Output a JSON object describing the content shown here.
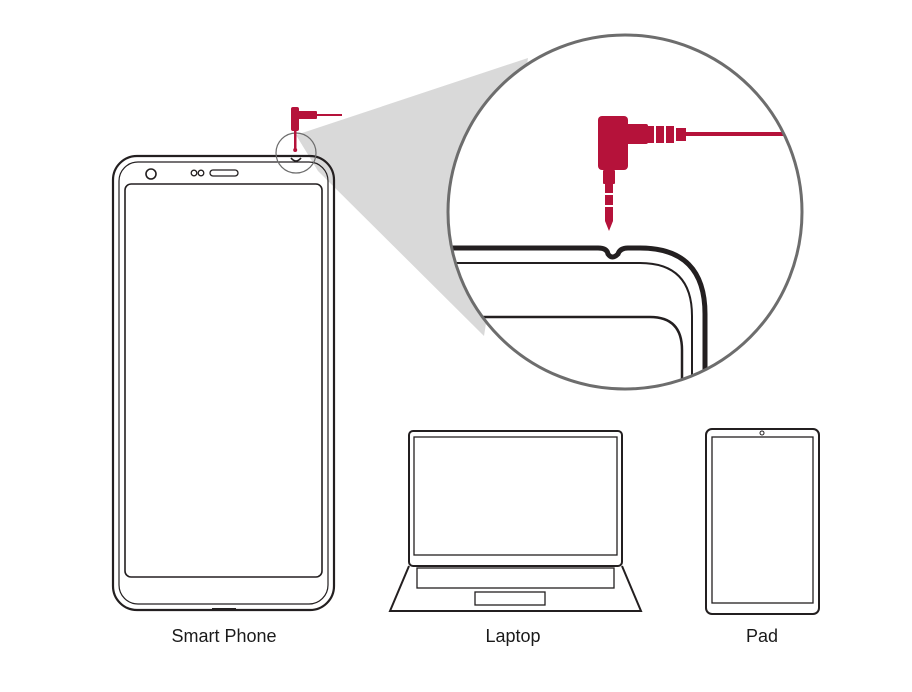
{
  "labels": {
    "smart_phone": "Smart Phone",
    "laptop": "Laptop",
    "pad": "Pad"
  },
  "colors": {
    "cable": "#b5123a",
    "outline": "#231f20",
    "zoom_cone": "#d9d9d9",
    "magnifier_ring": "#6d6d6d"
  },
  "icons": [
    "headphone-jack-plug-icon",
    "smartphone-icon",
    "laptop-icon",
    "tablet-icon",
    "magnifier-icon"
  ]
}
